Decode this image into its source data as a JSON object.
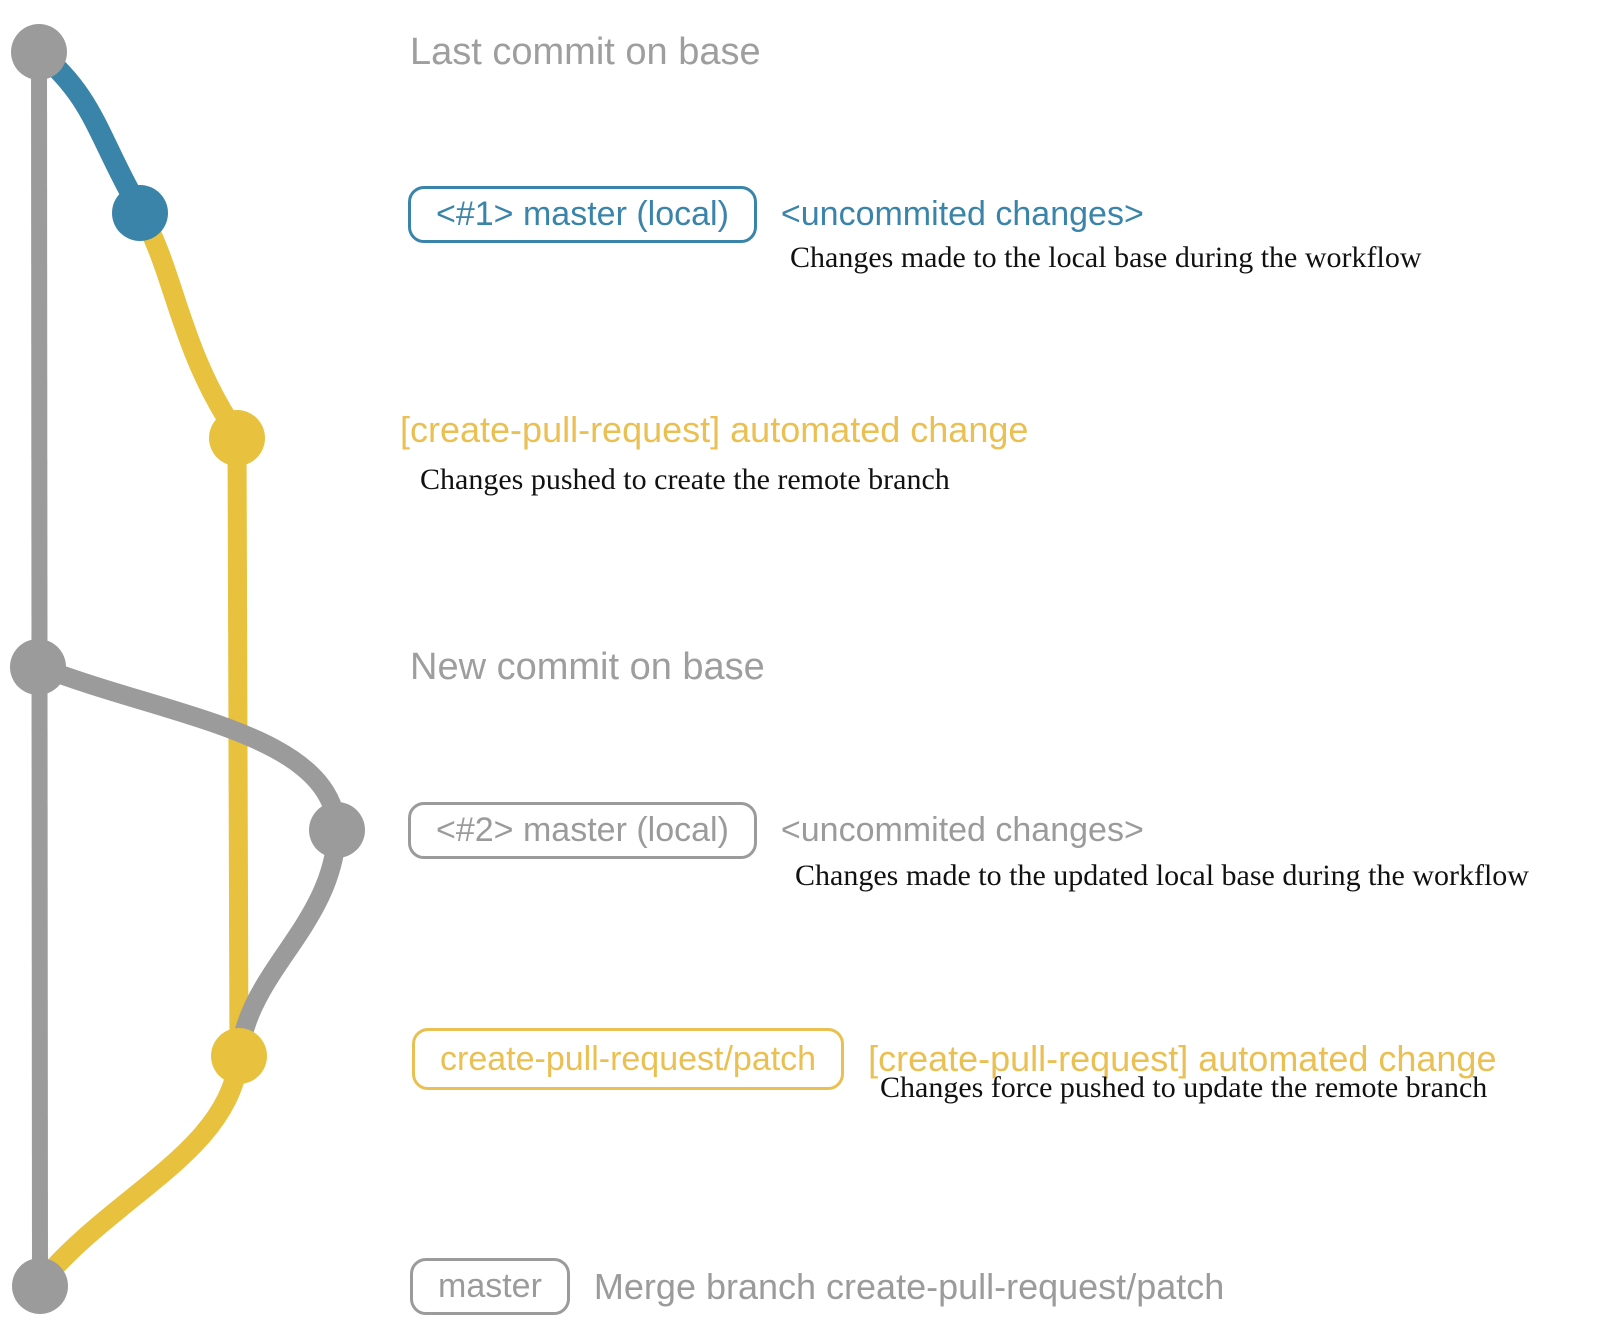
{
  "colors": {
    "base_gray": "#9b9b9b",
    "local_blue": "#3a84aa",
    "patch_yellow_line": "#e8c13e",
    "patch_yellow_text": "#eac052",
    "label_gray": "#9e9e9e",
    "note_black": "#111111"
  },
  "graph": {
    "branches": [
      {
        "name": "base",
        "color": "#9b9b9b"
      },
      {
        "name": "local-master",
        "color": "#3a84aa"
      },
      {
        "name": "create-pull-request/patch",
        "color": "#e8c13e"
      }
    ]
  },
  "rows": {
    "last_commit": {
      "label": "Last commit on base"
    },
    "commit1": {
      "badge": "<#1> master (local)",
      "message": "<uncommited changes>",
      "note": "Changes made to the local base during the workflow"
    },
    "push1": {
      "message": "[create-pull-request] automated change",
      "note": "Changes pushed to create the remote branch"
    },
    "new_commit": {
      "label": "New commit on base"
    },
    "commit2": {
      "badge": "<#2> master (local)",
      "message": "<uncommited changes>",
      "note": "Changes made to the updated local base during the workflow"
    },
    "push2": {
      "badge": "create-pull-request/patch",
      "message": "[create-pull-request] automated change",
      "note": "Changes force pushed to update the remote branch"
    },
    "merge": {
      "badge": "master",
      "message": "Merge branch create-pull-request/patch"
    }
  }
}
